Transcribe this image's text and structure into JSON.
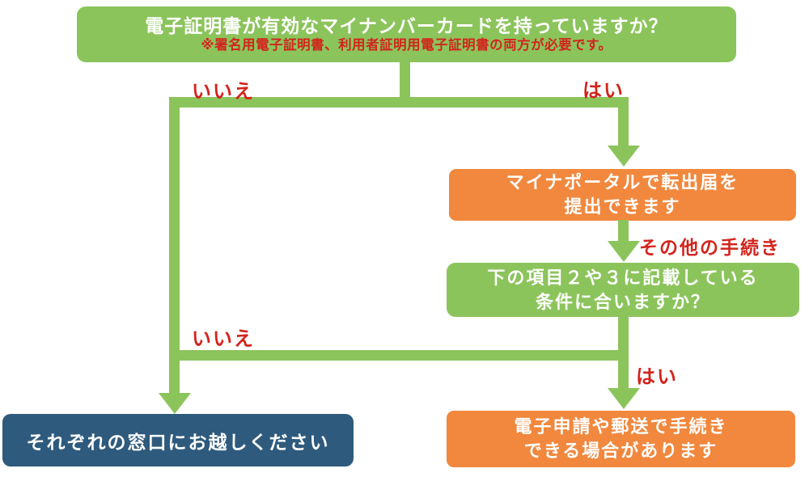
{
  "colors": {
    "green": "#8cc45c",
    "orange": "#f1883e",
    "navy": "#2e5a7d",
    "red": "#d2241c",
    "white": "#ffffff"
  },
  "flowchart": {
    "start": {
      "title": "電子証明書が有効なマイナンバーカードを持っていますか？",
      "note": "※署名用電子証明書、利用者証明用電子証明書の両方が必要です。"
    },
    "labels": {
      "no_first": "いいえ",
      "yes_first": "はい",
      "other_procedures": "その他の手続き",
      "no_second": "いいえ",
      "yes_second": "はい"
    },
    "nodes": {
      "portal": {
        "line1": "マイナポータルで転出届を",
        "line2": "提出できます"
      },
      "condition": {
        "line1": "下の項目２や３に記載している",
        "line2": "条件に合いますか？"
      },
      "window": {
        "text": "それぞれの窓口にお越しください"
      },
      "apply": {
        "line1": "電子申請や郵送で手続き",
        "line2": "できる場合があります"
      }
    }
  }
}
